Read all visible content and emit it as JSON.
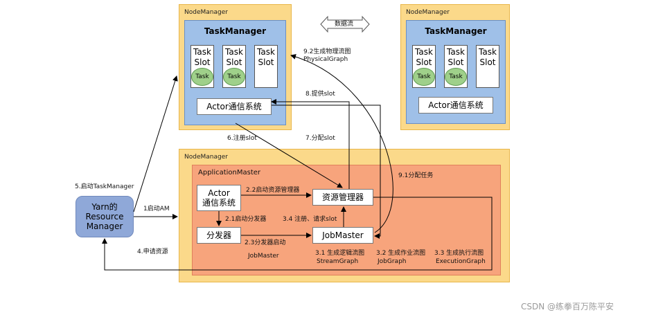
{
  "node_manager_label": "NodeManager",
  "task_manager_title": "TaskManager",
  "slot_line1": "Task",
  "slot_line2": "Slot",
  "task_label": "Task",
  "actor_comm": "Actor通信系统",
  "data_flow": "数据流",
  "application_master": "ApplicationMaster",
  "actor_comm_line1": "Actor",
  "actor_comm_line2": "通信系统",
  "resource_manager": "资源管理器",
  "dispatcher": "分发器",
  "job_master": "JobMaster",
  "yarn": {
    "line1": "Yarn的",
    "line2": "Resource",
    "line3": "Manager"
  },
  "steps": {
    "s1": "1启动AM",
    "s21": "2.1启动分发器",
    "s22": "2.2启动资源管理器",
    "s23": "2.3分发器启动",
    "s23b": "JobMaster",
    "s31": "3.1 生成逻辑流图",
    "s31b": "StreamGraph",
    "s32": "3.2 生成作业流图",
    "s32b": "JobGraph",
    "s33": "3.3 生成执行流图",
    "s33b": "ExecutionGraph",
    "s34": "3.4 注册、请求slot",
    "s4": "4.申请资源",
    "s5": "5.启动TaskManager",
    "s6": "6.注册slot",
    "s7": "7.分配slot",
    "s8": "8.提供slot",
    "s91": "9.1分配任务",
    "s92": "9.2生成物理流图",
    "s92b": "PhysicalGraph"
  },
  "watermark": "CSDN @练拳百万陈平安"
}
